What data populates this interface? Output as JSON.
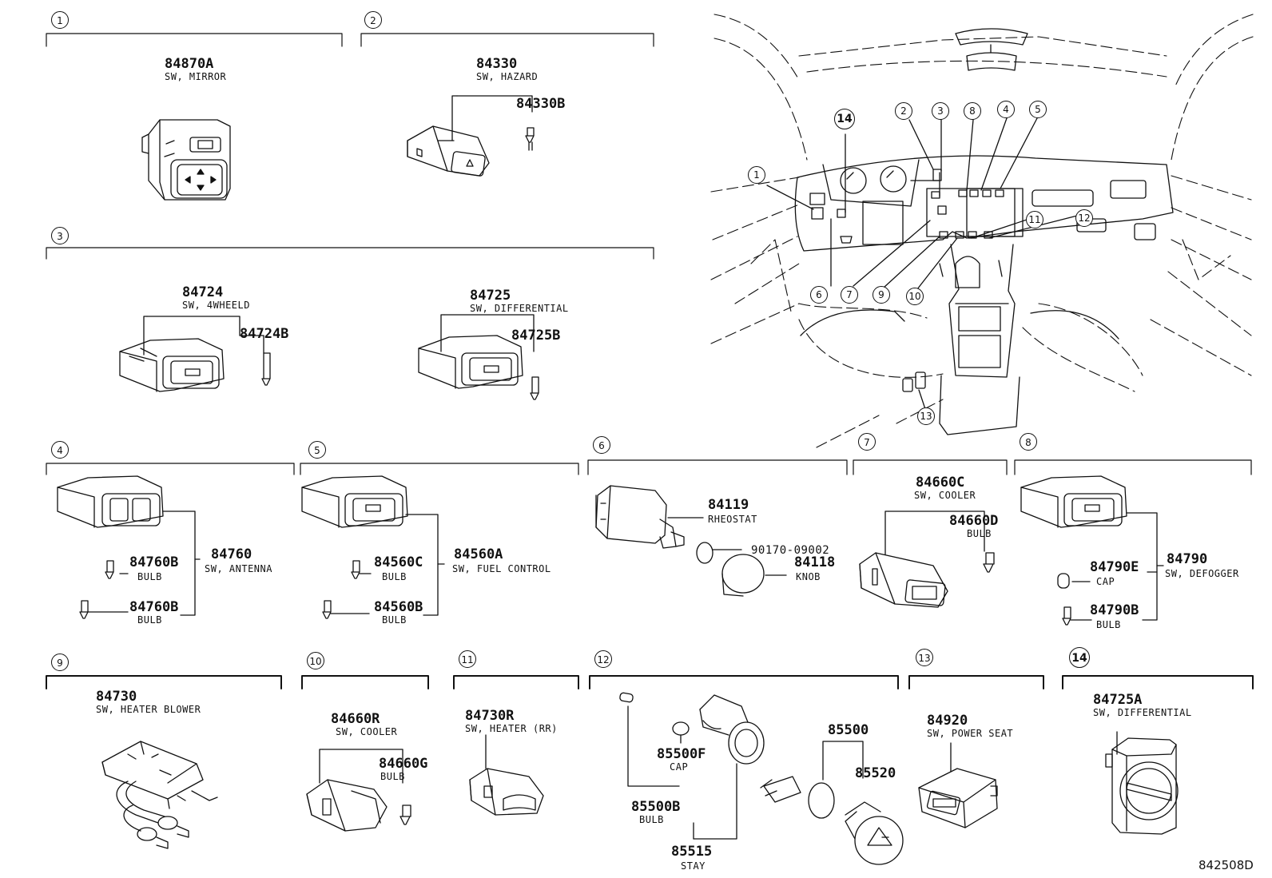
{
  "figure_id": "842508D",
  "sections": [
    {
      "n": "1",
      "parts": [
        {
          "pn": "84870A",
          "desc": "SW, MIRROR"
        }
      ]
    },
    {
      "n": "2",
      "parts": [
        {
          "pn": "84330",
          "desc": "SW, HAZARD"
        },
        {
          "pn": "84330B",
          "desc": ""
        }
      ]
    },
    {
      "n": "3",
      "parts": [
        {
          "pn": "84724",
          "desc": "SW, 4WHEELD"
        },
        {
          "pn": "84724B",
          "desc": ""
        },
        {
          "pn": "84725",
          "desc": "SW, DIFFERENTIAL"
        },
        {
          "pn": "84725B",
          "desc": ""
        }
      ]
    },
    {
      "n": "4",
      "parts": [
        {
          "pn": "84760",
          "desc": "SW, ANTENNA"
        },
        {
          "pn": "84760B",
          "desc": "BULB"
        },
        {
          "pn": "84760B",
          "desc": "BULB"
        }
      ]
    },
    {
      "n": "5",
      "parts": [
        {
          "pn": "84560A",
          "desc": "SW, FUEL CONTROL"
        },
        {
          "pn": "84560C",
          "desc": "BULB"
        },
        {
          "pn": "84560B",
          "desc": "BULB"
        }
      ]
    },
    {
      "n": "6",
      "parts": [
        {
          "pn": "84119",
          "desc": "RHEOSTAT"
        },
        {
          "pn": "90170-09002",
          "desc": ""
        },
        {
          "pn": "84118",
          "desc": "KNOB"
        }
      ]
    },
    {
      "n": "7",
      "parts": [
        {
          "pn": "84660C",
          "desc": "SW, COOLER"
        },
        {
          "pn": "84660D",
          "desc": "BULB"
        }
      ]
    },
    {
      "n": "8",
      "parts": [
        {
          "pn": "84790",
          "desc": "SW, DEFOGGER"
        },
        {
          "pn": "84790E",
          "desc": "CAP"
        },
        {
          "pn": "84790B",
          "desc": "BULB"
        }
      ]
    },
    {
      "n": "9",
      "parts": [
        {
          "pn": "84730",
          "desc": "SW, HEATER BLOWER"
        }
      ]
    },
    {
      "n": "10",
      "parts": [
        {
          "pn": "84660R",
          "desc": "SW, COOLER"
        },
        {
          "pn": "84660G",
          "desc": "BULB"
        }
      ]
    },
    {
      "n": "11",
      "parts": [
        {
          "pn": "84730R",
          "desc": "SW, HEATER (RR)"
        }
      ]
    },
    {
      "n": "12",
      "parts": [
        {
          "pn": "85500F",
          "desc": "CAP"
        },
        {
          "pn": "85500B",
          "desc": "BULB"
        },
        {
          "pn": "85515",
          "desc": "STAY"
        },
        {
          "pn": "85500",
          "desc": ""
        },
        {
          "pn": "85520",
          "desc": ""
        }
      ]
    },
    {
      "n": "13",
      "parts": [
        {
          "pn": "84920",
          "desc": "SW, POWER SEAT"
        }
      ]
    },
    {
      "n": "14",
      "parts": [
        {
          "pn": "84725A",
          "desc": "SW, DIFFERENTIAL"
        }
      ]
    }
  ],
  "overview_callouts": [
    "1",
    "2",
    "3",
    "4",
    "5",
    "6",
    "7",
    "8",
    "9",
    "10",
    "11",
    "12",
    "13",
    "14"
  ]
}
